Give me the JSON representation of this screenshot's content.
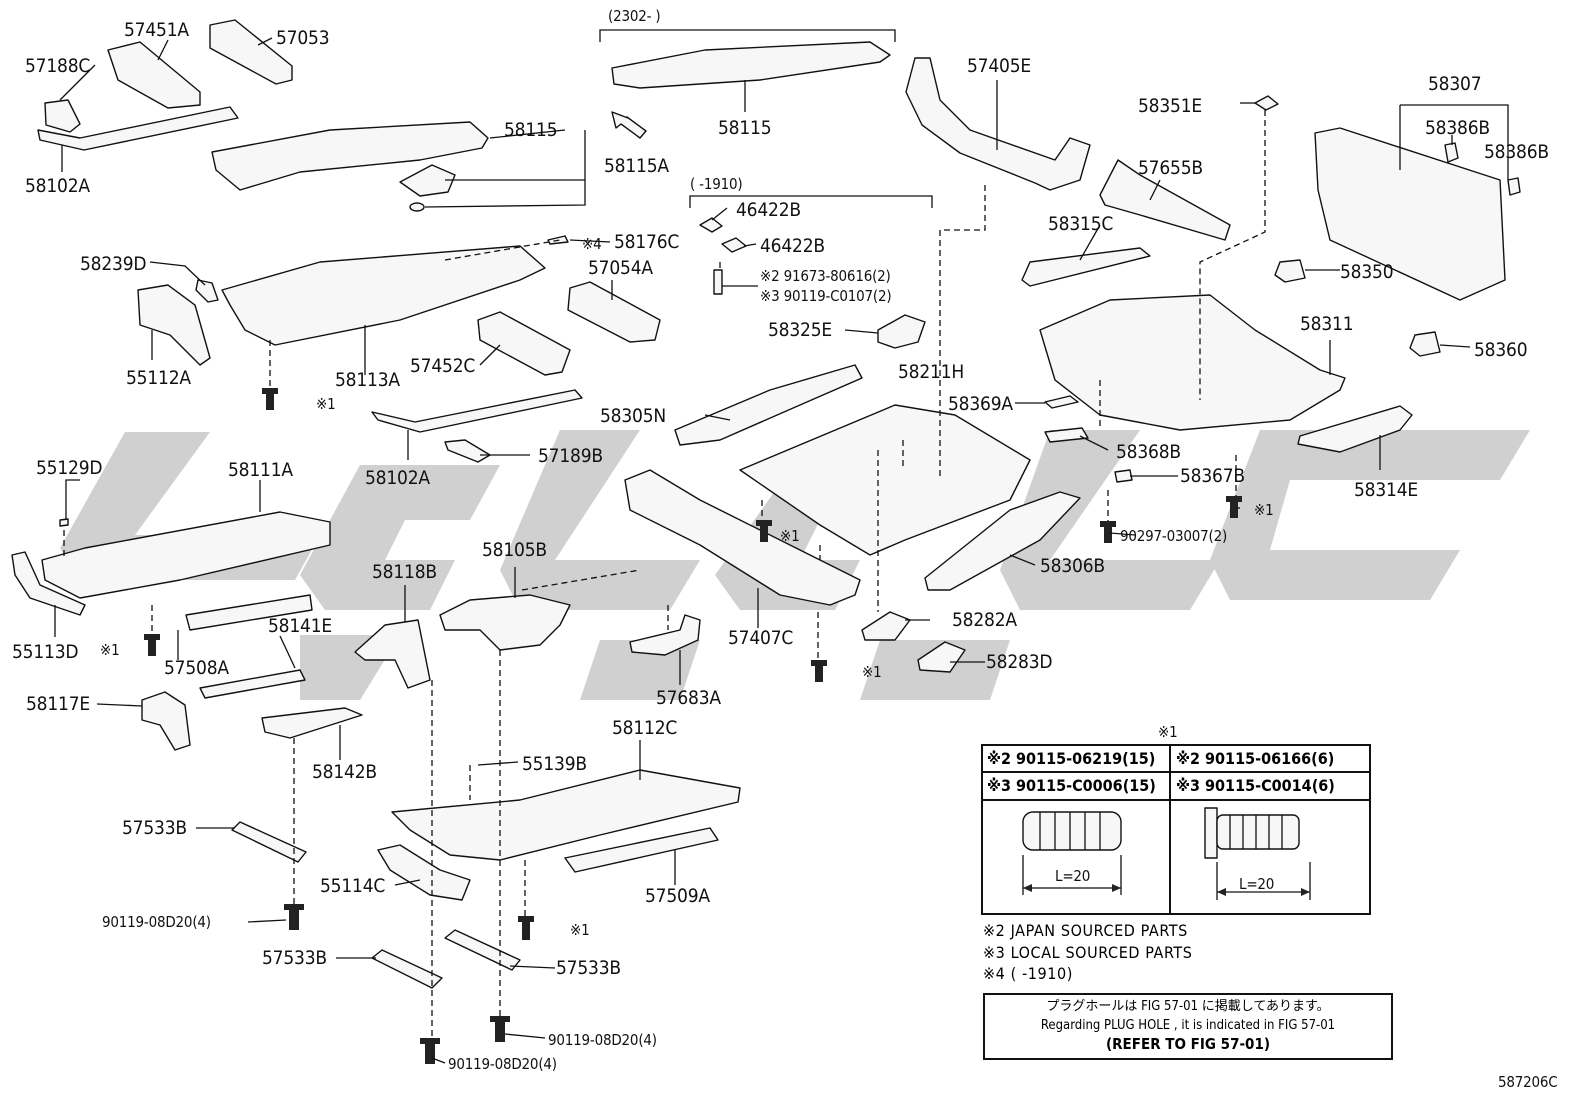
{
  "parts": {
    "p57451A": "57451A",
    "p57053": "57053",
    "p57188C": "57188C",
    "p58102A_top": "58102A",
    "p58115_left": "58115",
    "p58115A": "58115A",
    "p58115_top": "58115",
    "range_2302": "(2302-    )",
    "p57405E": "57405E",
    "p58307": "58307",
    "p58351E": "58351E",
    "p58386B_1": "58386B",
    "p58386B_2": "58386B",
    "p57655B": "57655B",
    "range_1910": "(    -1910)",
    "p46422B_1": "46422B",
    "p46422B_2": "46422B",
    "p58176C": "58176C",
    "ref4_58176C": "※4",
    "p58239D": "58239D",
    "p57054A": "57054A",
    "bolt_91673": "※2 91673-80616(2)",
    "bolt_90119_C0107": "※3 90119-C0107(2)",
    "p58315C": "58315C",
    "p58350": "58350",
    "p58325E": "58325E",
    "p58311": "58311",
    "p55112A": "55112A",
    "p58113A": "58113A",
    "p57452C": "57452C",
    "p58360": "58360",
    "p58211H": "58211H",
    "p58369A": "58369A",
    "p58305N": "58305N",
    "ref1_a": "※1",
    "p58102A_mid": "58102A",
    "p57189B": "57189B",
    "p58368B": "58368B",
    "p58367B": "58367B",
    "p58314E": "58314E",
    "ref1_b": "※1",
    "p55129D": "55129D",
    "p58111A": "58111A",
    "bolt_90297": "90297-03007(2)",
    "ref1_c": "※1",
    "p58306B": "58306B",
    "p58105B": "58105B",
    "p58118B": "58118B",
    "p55113D": "55113D",
    "ref1_d": "※1",
    "p58141E": "58141E",
    "p57508A": "57508A",
    "p57407C": "57407C",
    "p58282A": "58282A",
    "p58283D": "58283D",
    "ref1_e": "※1",
    "p57683A": "57683A",
    "p58117E": "58117E",
    "p58142B": "58142B",
    "p58112C": "58112C",
    "p55139B": "55139B",
    "p57533B_1": "57533B",
    "p55114C": "55114C",
    "p57509A": "57509A",
    "bolt_90119_08D20_1": "90119-08D20(4)",
    "ref1_f": "※1",
    "p57533B_2": "57533B",
    "p57533B_3": "57533B",
    "bolt_90119_08D20_2": "90119-08D20(4)",
    "bolt_90119_08D20_3": "90119-08D20(4)"
  },
  "legend": {
    "title": "※1",
    "r1c1": "※2 90115-06219(15)",
    "r1c2": "※2 90115-06166(6)",
    "r2c1": "※3 90115-C0006(15)",
    "r2c2": "※3 90115-C0014(6)",
    "len1": "L=20",
    "len2": "L=20"
  },
  "footnotes": {
    "f2": "※2 JAPAN SOURCED PARTS",
    "f3": "※3 LOCAL SOURCED PARTS",
    "f4": "※4 (     -1910)"
  },
  "note": {
    "line1": "プラグホールは FIG 57-01 に掲載してあります。",
    "line2": "Regarding  PLUG HOLE , it is indicated in FIG 57-01",
    "line3": "(REFER TO FIG 57-01)"
  },
  "code": "587206C"
}
